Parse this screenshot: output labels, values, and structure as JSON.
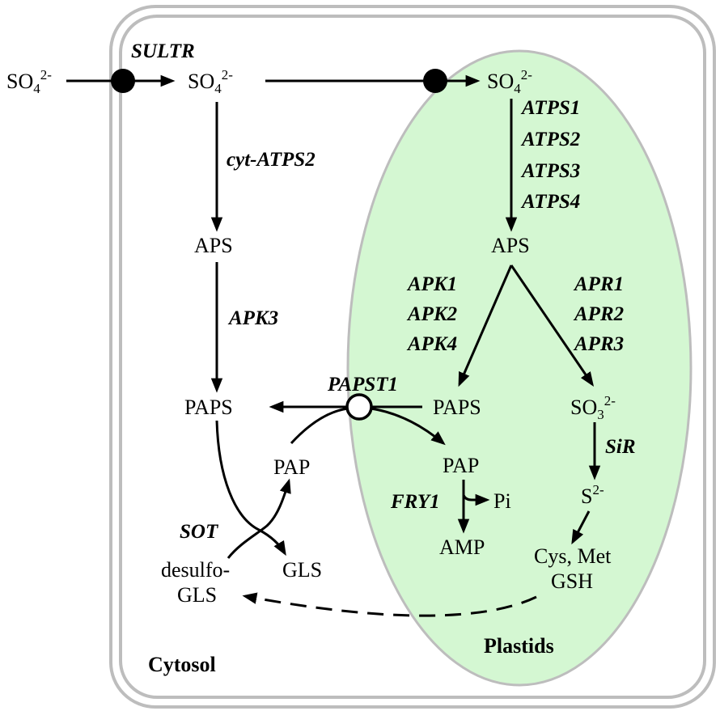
{
  "compartments": {
    "cytosol": "Cytosol",
    "plastids": "Plastids"
  },
  "metabolites": {
    "so4_ext": {
      "base": "SO",
      "sub": "4",
      "sup": "2-"
    },
    "so4_cyt": {
      "base": "SO",
      "sub": "4",
      "sup": "2-"
    },
    "so4_pla": {
      "base": "SO",
      "sub": "4",
      "sup": "2-"
    },
    "aps_cyt": "APS",
    "aps_pla": "APS",
    "paps_cyt": "PAPS",
    "paps_pla": "PAPS",
    "pap_cyt": "PAP",
    "pap_pla": "PAP",
    "so3": {
      "base": "SO",
      "sub": "3",
      "sup": "2-"
    },
    "s2": {
      "base": "S",
      "sup": "2-"
    },
    "pi": "Pi",
    "amp": "AMP",
    "cys_met": "Cys, Met",
    "gsh": "GSH",
    "gls": "GLS",
    "desulfo1": "desulfo-",
    "desulfo2": "GLS"
  },
  "enzymes": {
    "sultr": "SULTR",
    "cyt_atps2": "cyt-ATPS2",
    "atps": [
      "ATPS1",
      "ATPS2",
      "ATPS3",
      "ATPS4"
    ],
    "apk3": "APK3",
    "apk": [
      "APK1",
      "APK2",
      "APK4"
    ],
    "apr": [
      "APR1",
      "APR2",
      "APR3"
    ],
    "papst1": "PAPST1",
    "sir": "SiR",
    "fry1": "FRY1",
    "sot": "SOT"
  },
  "colors": {
    "plastid_fill": "#d4f7d2",
    "membrane": "#bdbdbd",
    "ink": "#000000"
  }
}
